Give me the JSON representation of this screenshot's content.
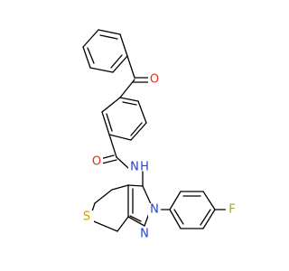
{
  "molecule": {
    "atoms": {
      "carbonyl_o": "O",
      "amide_o": "O",
      "amide_n": "N",
      "amide_h": "H",
      "sulfur": "S",
      "pyrazole_n2": "N",
      "pyrazole_n1": "N",
      "fluorine": "F"
    },
    "colors": {
      "oxygen": "#e0301e",
      "nitrogen": "#2040d8",
      "sulfur": "#c8a000",
      "fluorine": "#88b820",
      "bond": "#000000"
    }
  }
}
